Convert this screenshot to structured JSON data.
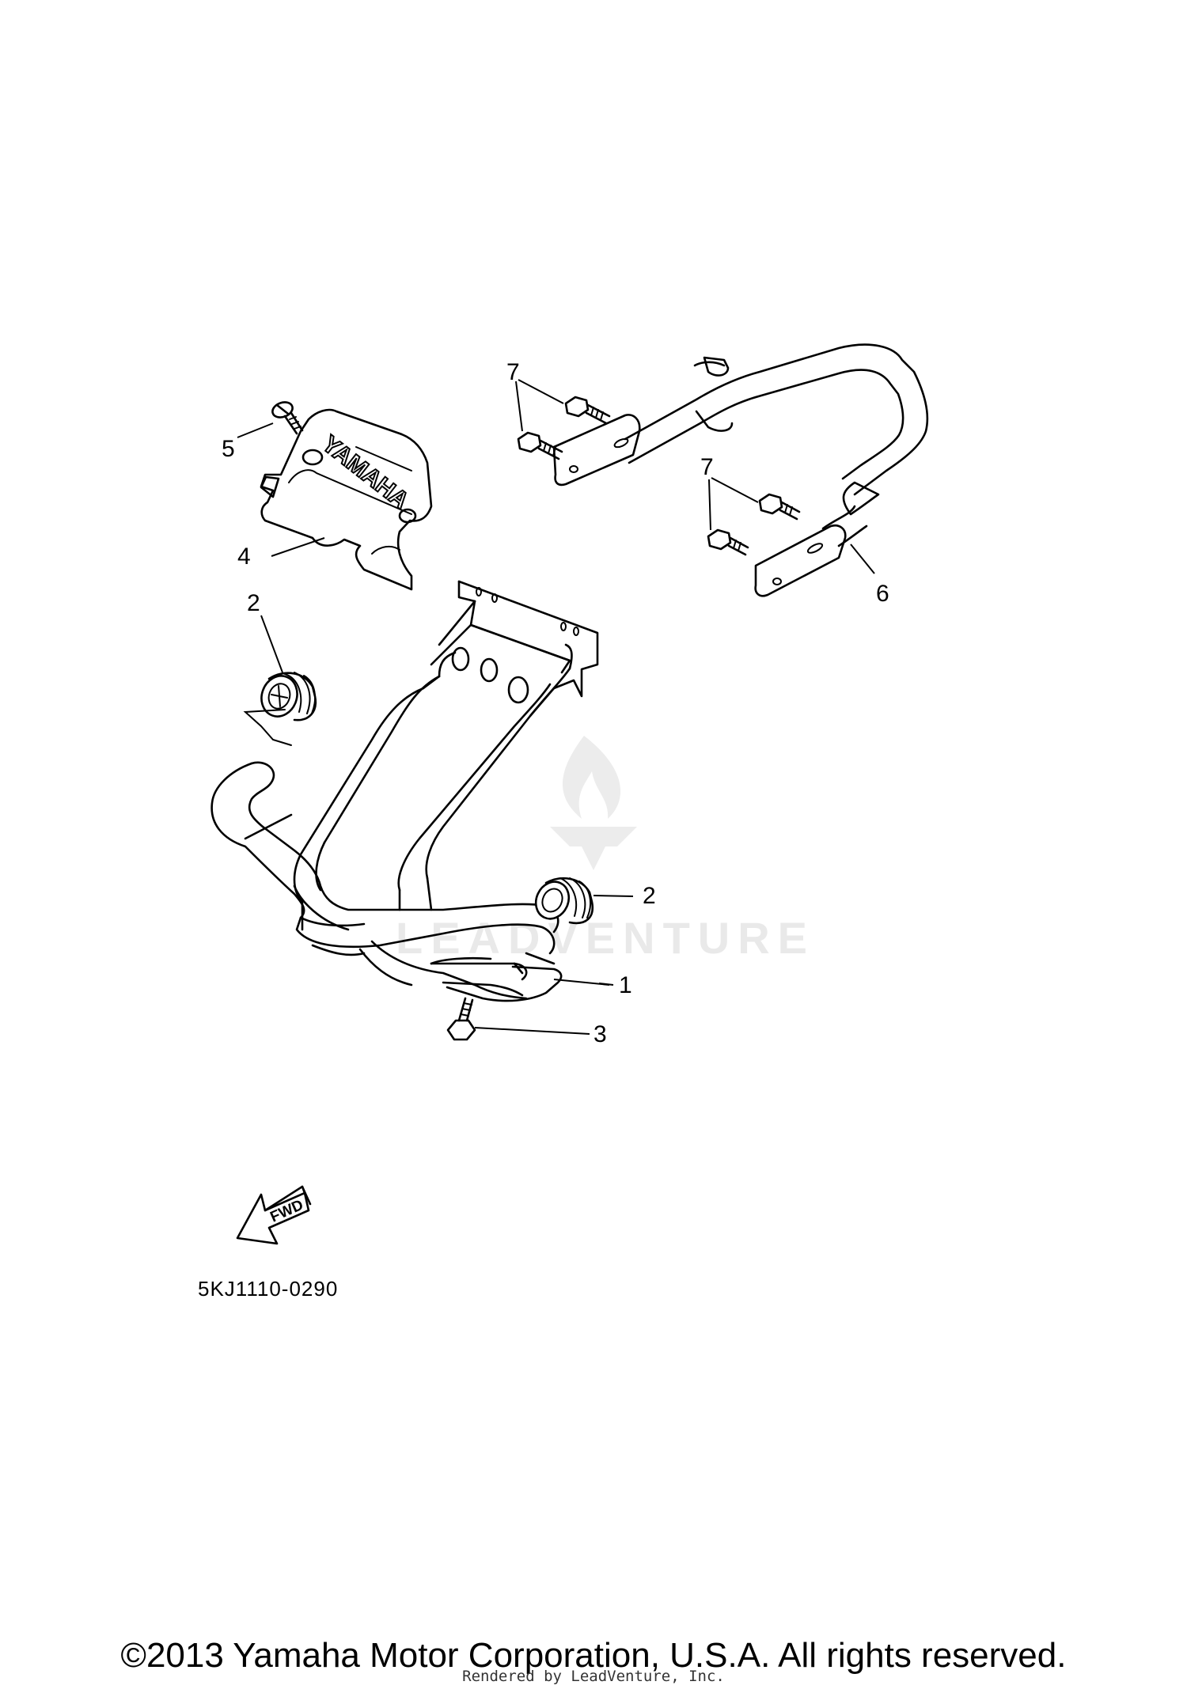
{
  "callouts": [
    {
      "id": "1",
      "label": "1"
    },
    {
      "id": "2a",
      "label": "2"
    },
    {
      "id": "2b",
      "label": "2"
    },
    {
      "id": "3",
      "label": "3"
    },
    {
      "id": "4",
      "label": "4"
    },
    {
      "id": "5",
      "label": "5"
    },
    {
      "id": "6",
      "label": "6"
    },
    {
      "id": "7a",
      "label": "7"
    },
    {
      "id": "7b",
      "label": "7"
    }
  ],
  "cover_logo": "YAMAHA",
  "fwd_arrow_label": "FWD",
  "part_code": "5KJ1110-0290",
  "watermark": "LEADVENTURE",
  "copyright": "©2013 Yamaha Motor Corporation, U.S.A. All rights reserved.",
  "rendered_by": "Rendered by LeadVenture, Inc."
}
